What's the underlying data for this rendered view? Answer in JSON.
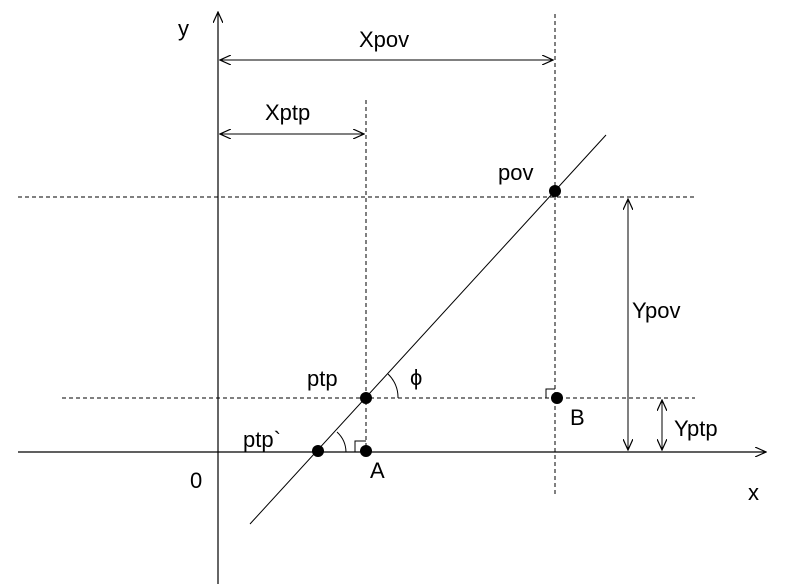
{
  "labels": {
    "y_axis": "y",
    "x_axis": "x",
    "origin": "0",
    "xpov": "Xpov",
    "xptp": "Xptp",
    "ypov": "Ypov",
    "yptp": "Yptp",
    "pov": "pov",
    "ptp": "ptp",
    "ptp_prime": "ptp`",
    "point_a": "A",
    "point_b": "B",
    "angle": "ϕ"
  }
}
